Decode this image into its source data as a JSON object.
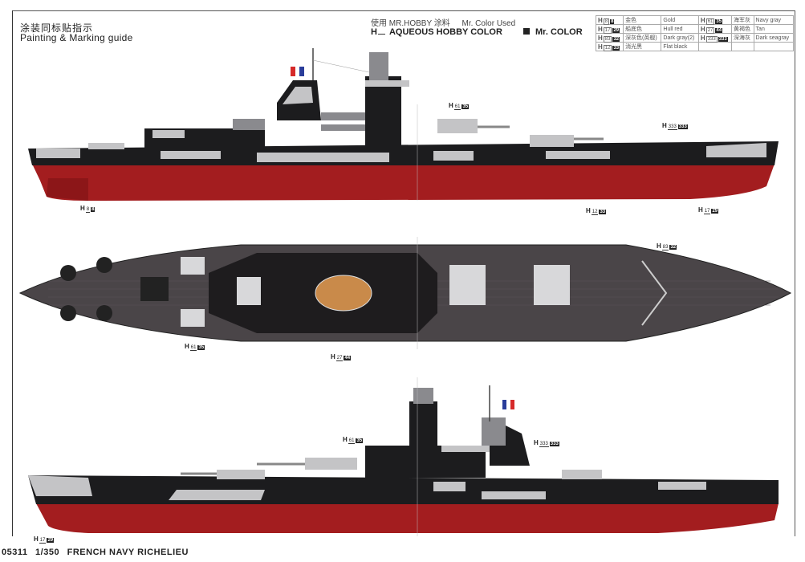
{
  "header": {
    "title_cn": "涂装同标贴指示",
    "title_en": "Painting & Marking guide"
  },
  "legend": {
    "used_cn": "使用 MR.HOBBY 涂料",
    "used_en": "Mr. Color Used",
    "aqueous_prefix": "H",
    "aqueous_label": "AQUEOUS HOBBY COLOR",
    "mr_color_label": "Mr. COLOR"
  },
  "color_table": [
    {
      "h": "8",
      "m": "8",
      "cn": "金色",
      "en": "Gold"
    },
    {
      "h": "17",
      "m": "29",
      "cn": "船底色",
      "en": "Hull red"
    },
    {
      "h": "83",
      "m": "32",
      "cn": "深灰色(英舰)",
      "en": "Dark gray(2)"
    },
    {
      "h": "12",
      "m": "33",
      "cn": "消光黑",
      "en": "Flat black"
    },
    {
      "h": "61",
      "m": "35",
      "cn": "海军灰",
      "en": "Navy gray"
    },
    {
      "h": "27",
      "m": "44",
      "cn": "黄褐色",
      "en": "Tan"
    },
    {
      "h": "333",
      "m": "333",
      "cn": "深海灰",
      "en": "Dark seagray"
    }
  ],
  "callouts": {
    "top_view1_bridge": {
      "h": "61",
      "m": "35"
    },
    "top_view1_stern": {
      "h": "333",
      "m": "333"
    },
    "top_view1_gold": {
      "h": "8",
      "m": "8"
    },
    "top_view1_black": {
      "h": "12",
      "m": "33"
    },
    "top_view1_hull": {
      "h": "17",
      "m": "29"
    },
    "plan_deck": {
      "h": "83",
      "m": "32"
    },
    "plan_turret": {
      "h": "61",
      "m": "35"
    },
    "plan_funnel": {
      "h": "27",
      "m": "44"
    },
    "view2_bridge": {
      "h": "61",
      "m": "35"
    },
    "view2_stern": {
      "h": "333",
      "m": "333"
    },
    "view2_hull": {
      "h": "17",
      "m": "29"
    }
  },
  "colors": {
    "hull_red": "#a31d1f",
    "black": "#1c1c1e",
    "light_gray": "#c4c4c6",
    "mid_gray": "#8a8a8e",
    "deck": "#4a4548",
    "tan": "#c98a4a",
    "flag_blue": "#2a3d9a",
    "flag_red": "#d62a2a"
  },
  "footer": {
    "code": "05311",
    "scale": "1/350",
    "name": "FRENCH NAVY RICHELIEU"
  }
}
